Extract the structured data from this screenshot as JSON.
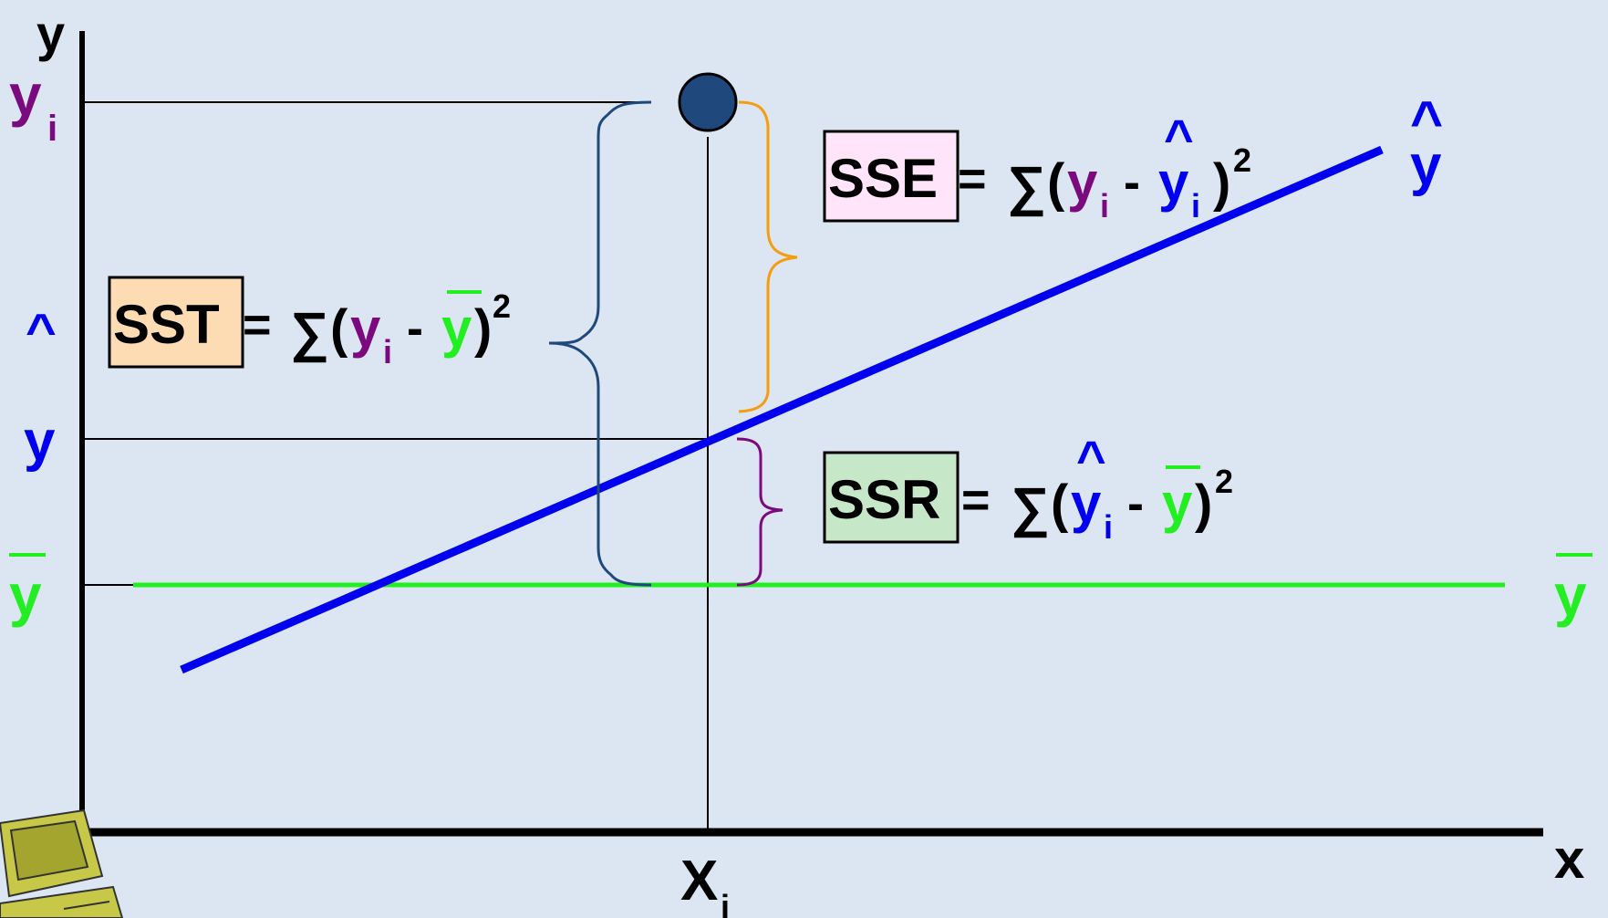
{
  "colors": {
    "background": "#dce6f2",
    "axis": "#000000",
    "regression_line": "#0000ee",
    "mean_line": "#22ee22",
    "data_point": "#1f497d",
    "yi_label": "#7a0a7e",
    "yhat_label": "#0000ee",
    "ybar_label": "#22ee22",
    "sst_box": "#fddcb4",
    "sse_box": "#ffe4fa",
    "ssr_box": "#c6e8c8",
    "sst_brace": "#1f497d",
    "sse_brace": "#f49c12",
    "ssr_brace": "#7a0a7e"
  },
  "axes": {
    "y_label": "y",
    "x_label": "x",
    "xi_label": "X",
    "xi_sub": "i"
  },
  "left_labels": {
    "yi_main": "y",
    "yi_sub": "i",
    "yhat_hat": "^",
    "yhat_main": "y",
    "ybar_main": "y"
  },
  "right_labels": {
    "yhat_hat": "^",
    "yhat_main": "y",
    "ybar_main": "y"
  },
  "sst": {
    "box_label": "SST",
    "eq": "=",
    "sigma": "∑",
    "open": "(",
    "yi": "y",
    "yi_sub": "i",
    "minus": "-",
    "ybar": "y",
    "close": ")",
    "exp": "2"
  },
  "sse": {
    "box_label": "SSE",
    "eq": "=",
    "sigma": "∑",
    "open": "(",
    "yi": "y",
    "yi_sub": "i",
    "minus": "-",
    "yhat_hat": "^",
    "yhat": "y",
    "yhat_sub": "i",
    "close": ")",
    "exp": "2"
  },
  "ssr": {
    "box_label": "SSR",
    "eq": "=",
    "sigma": "∑",
    "open": "(",
    "yhat_hat": "^",
    "yhat": "y",
    "yhat_sub": "i",
    "minus": "-",
    "ybar": "y",
    "close": ")",
    "exp": "2"
  },
  "icons": {
    "computer": "computer-clipart-icon"
  }
}
